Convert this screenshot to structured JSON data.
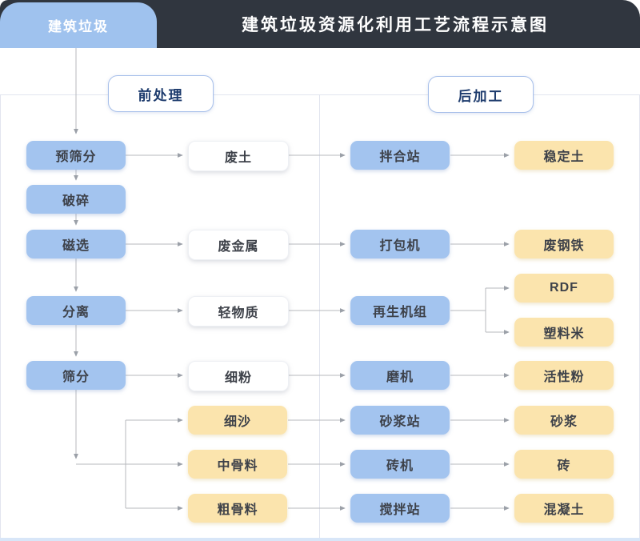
{
  "header": {
    "tab_label": "建筑垃圾",
    "title": "建筑垃圾资源化利用工艺流程示意图"
  },
  "sections": {
    "pre_processing": "前处理",
    "post_processing": "后加工"
  },
  "nodes": {
    "pre_screening": "预筛分",
    "crushing": "破碎",
    "magnetic_separation": "磁选",
    "separation": "分离",
    "screening": "筛分",
    "waste_soil": "废土",
    "waste_metal": "废金属",
    "light_material": "轻物质",
    "fine_powder": "细粉",
    "fine_sand": "细沙",
    "medium_aggregate": "中骨料",
    "coarse_aggregate": "粗骨料",
    "mixing_plant": "拌合站",
    "baler": "打包机",
    "regeneration_unit": "再生机组",
    "mill": "磨机",
    "mortar_plant": "砂浆站",
    "brick_machine": "砖机",
    "concrete_mixing_plant": "搅拌站",
    "stabilized_soil": "稳定土",
    "scrap_steel": "废钢铁",
    "rdf": "RDF",
    "plastic_pellets": "塑料米",
    "active_powder": "活性粉",
    "mortar": "砂浆",
    "brick": "砖",
    "concrete": "混凝土"
  },
  "edges": [
    {
      "from": "建筑垃圾",
      "to": "预筛分"
    },
    {
      "from": "预筛分",
      "to": "破碎"
    },
    {
      "from": "破碎",
      "to": "磁选"
    },
    {
      "from": "磁选",
      "to": "分离"
    },
    {
      "from": "分离",
      "to": "筛分"
    },
    {
      "from": "预筛分",
      "to": "废土"
    },
    {
      "from": "磁选",
      "to": "废金属"
    },
    {
      "from": "分离",
      "to": "轻物质"
    },
    {
      "from": "筛分",
      "to": "细粉"
    },
    {
      "from": "筛分",
      "to": "细沙"
    },
    {
      "from": "筛分",
      "to": "中骨料"
    },
    {
      "from": "筛分",
      "to": "粗骨料"
    },
    {
      "from": "废土",
      "to": "拌合站"
    },
    {
      "from": "废金属",
      "to": "打包机"
    },
    {
      "from": "轻物质",
      "to": "再生机组"
    },
    {
      "from": "细粉",
      "to": "磨机"
    },
    {
      "from": "细沙",
      "to": "砂浆站"
    },
    {
      "from": "中骨料",
      "to": "砖机"
    },
    {
      "from": "粗骨料",
      "to": "搅拌站"
    },
    {
      "from": "拌合站",
      "to": "稳定土"
    },
    {
      "from": "打包机",
      "to": "废钢铁"
    },
    {
      "from": "再生机组",
      "to": "RDF"
    },
    {
      "from": "再生机组",
      "to": "塑料米"
    },
    {
      "from": "磨机",
      "to": "活性粉"
    },
    {
      "from": "砂浆站",
      "to": "砂浆"
    },
    {
      "from": "砖机",
      "to": "砖"
    },
    {
      "from": "搅拌站",
      "to": "混凝土"
    }
  ],
  "colors": {
    "header_bg": "#30363f",
    "tab_blue": "#9fc2ee",
    "node_blue": "#a3c4ef",
    "node_yellow": "#fbe4ad",
    "node_white": "#ffffff",
    "section_text": "#1d3b6d",
    "connector_gray": "#b7b9be",
    "bottom_strip": "#d8e6f8"
  }
}
